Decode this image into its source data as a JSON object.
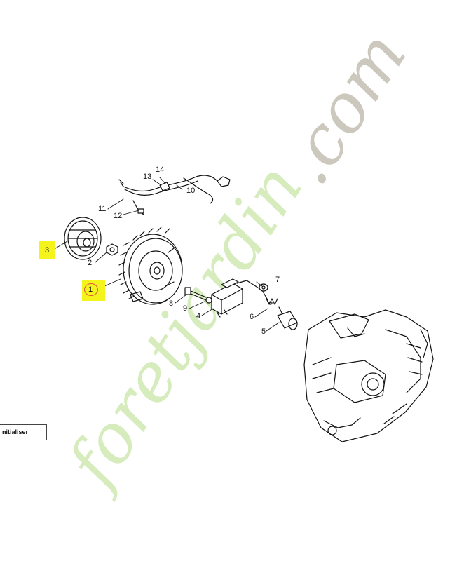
{
  "diagram": {
    "callouts": [
      {
        "id": "1",
        "label": "1"
      },
      {
        "id": "2",
        "label": "2"
      },
      {
        "id": "3",
        "label": "3"
      },
      {
        "id": "4",
        "label": "4"
      },
      {
        "id": "5",
        "label": "5"
      },
      {
        "id": "6",
        "label": "6"
      },
      {
        "id": "7",
        "label": "7"
      },
      {
        "id": "8",
        "label": "8"
      },
      {
        "id": "9",
        "label": "9"
      },
      {
        "id": "10",
        "label": "10"
      },
      {
        "id": "11",
        "label": "11"
      },
      {
        "id": "12",
        "label": "12"
      },
      {
        "id": "13",
        "label": "13"
      },
      {
        "id": "14",
        "label": "14"
      }
    ],
    "highlighted_parts": [
      "1",
      "3"
    ],
    "highlight_color": "#f4f41c",
    "circle_color": "#e05a3a"
  },
  "watermark": {
    "text": "foretjardin.com",
    "green": "#d6ecbd",
    "grey": "#cdc8be"
  },
  "reset_button": {
    "label": "nitialiser"
  }
}
